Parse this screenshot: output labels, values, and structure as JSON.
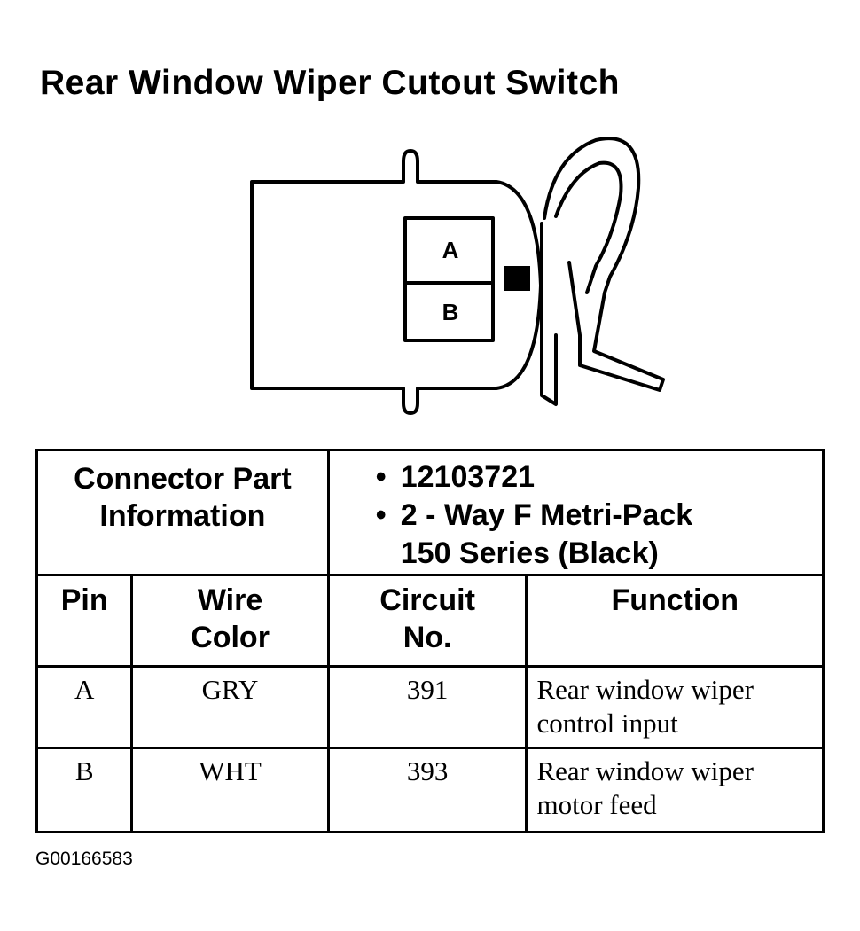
{
  "title": "Rear Window Wiper Cutout Switch",
  "diagram": {
    "cavities": [
      {
        "label": "A"
      },
      {
        "label": "B"
      }
    ]
  },
  "connector_info": {
    "header": "Connector Part Information",
    "part_number": "12103721",
    "description_line1": "2 - Way F Metri-Pack",
    "description_line2": "150 Series (Black)"
  },
  "table": {
    "columns": [
      "Pin",
      "Wire Color",
      "Circuit No.",
      "Function"
    ],
    "rows": [
      {
        "pin": "A",
        "wire_color": "GRY",
        "circuit": "391",
        "function": "Rear window wiper control input"
      },
      {
        "pin": "B",
        "wire_color": "WHT",
        "circuit": "393",
        "function": "Rear window wiper motor feed"
      }
    ]
  },
  "figure_id": "G00166583"
}
